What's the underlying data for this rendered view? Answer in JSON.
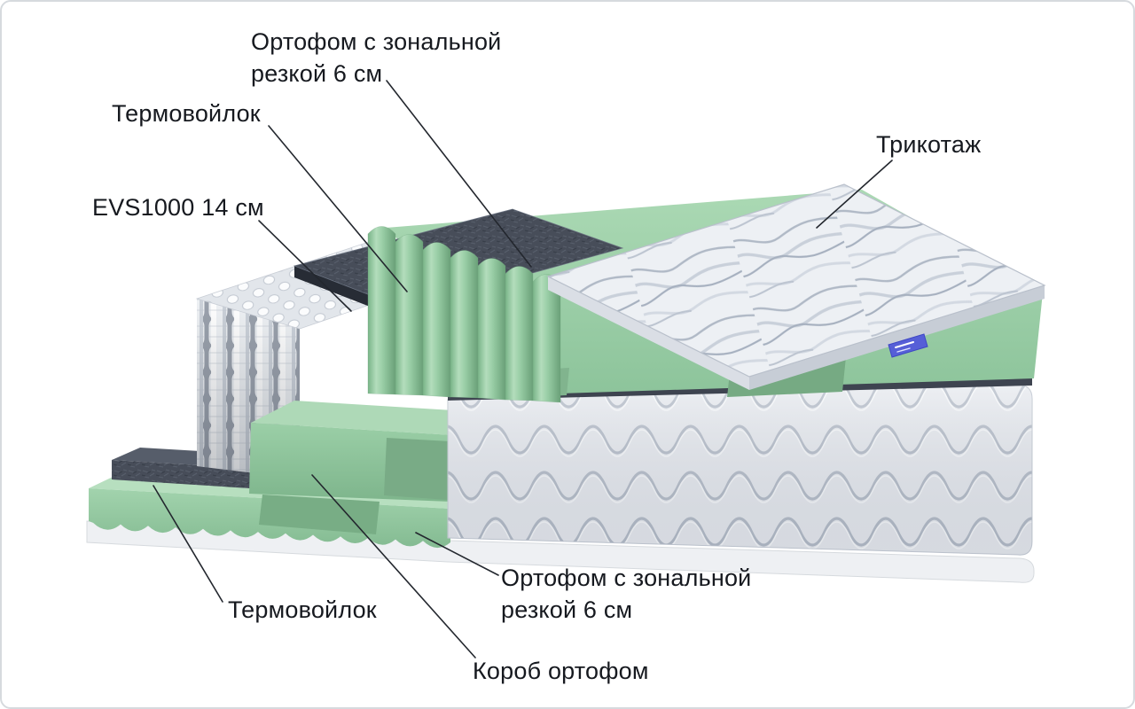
{
  "labels": {
    "ortofoam_top": {
      "line1": "Ортофом с зональной",
      "line2": "резкой 6 см"
    },
    "thermofelt_top": {
      "text": "Термовойлок"
    },
    "evs": {
      "text": "EVS1000 14 см"
    },
    "tricot": {
      "text": "Трикотаж"
    },
    "ortofoam_bottom": {
      "line1": "Ортофом с зональной",
      "line2": "резкой 6 см"
    },
    "thermofelt_bottom": {
      "text": "Термовойлок"
    },
    "korob": {
      "text": "Короб ортофом"
    }
  },
  "colors": {
    "foam_green": "#93c8a0",
    "foam_green_light": "#aed9b7",
    "foam_green_dark": "#77a984",
    "felt_gray": "#474d59",
    "fabric_light": "#e9ecf1",
    "fabric_stitch": "#b6bdc8",
    "springs_white": "#f2f4f7",
    "tag_blue": "#565fd7",
    "callout_line": "#23272e",
    "label_text": "#16191f"
  }
}
